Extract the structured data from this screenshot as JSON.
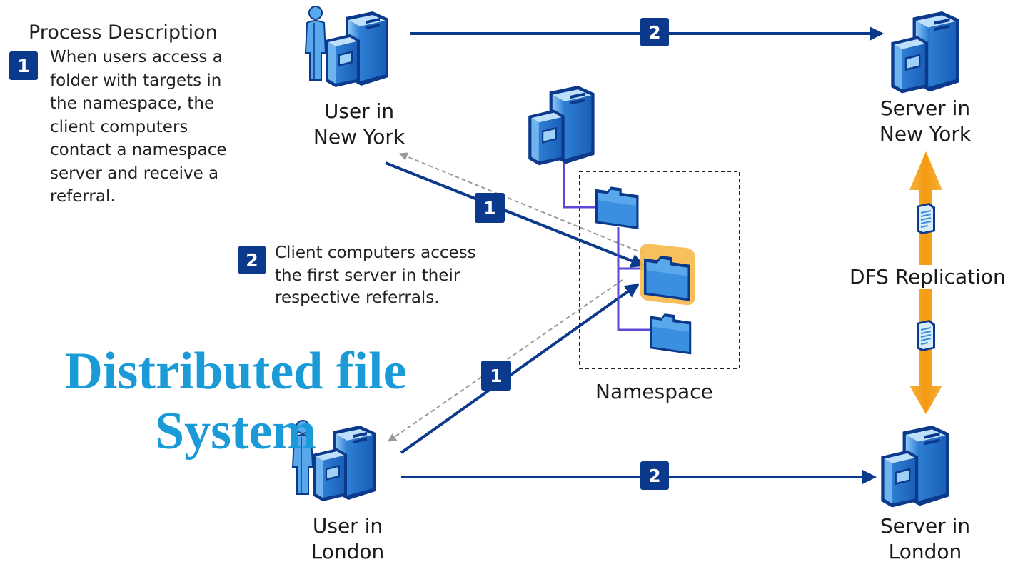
{
  "process": {
    "title": "Process Description",
    "step1": {
      "badge": "1",
      "text": "When users access a folder with targets in the namespace, the client computers contact a namespace server and receive a referral."
    },
    "step2": {
      "badge": "2",
      "text": "Client computers access the first server in their respective referrals."
    }
  },
  "title": {
    "line1": "Distributed file",
    "line2": "System"
  },
  "nodes": {
    "user_ny": {
      "line1": "User in",
      "line2": "New York"
    },
    "user_london": {
      "line1": "User in",
      "line2": "London"
    },
    "server_ny": {
      "line1": "Server in",
      "line2": "New York"
    },
    "server_london": {
      "line1": "Server in",
      "line2": "London"
    }
  },
  "namespace": {
    "label": "Namespace"
  },
  "replication": {
    "label": "DFS Replication"
  },
  "badges": {
    "one": "1",
    "two": "2"
  },
  "colors": {
    "arrow": "#0b3a8c",
    "badge": "#0b3a8c",
    "title": "#1a9bd7",
    "replication": "#f59a12",
    "server_light": "#5aa8ec",
    "server_dark": "#0b3a8c",
    "referral_dashed": "#999999"
  },
  "icons": [
    "user-computer-icon",
    "server-icon",
    "folder-icon",
    "document-icon"
  ]
}
